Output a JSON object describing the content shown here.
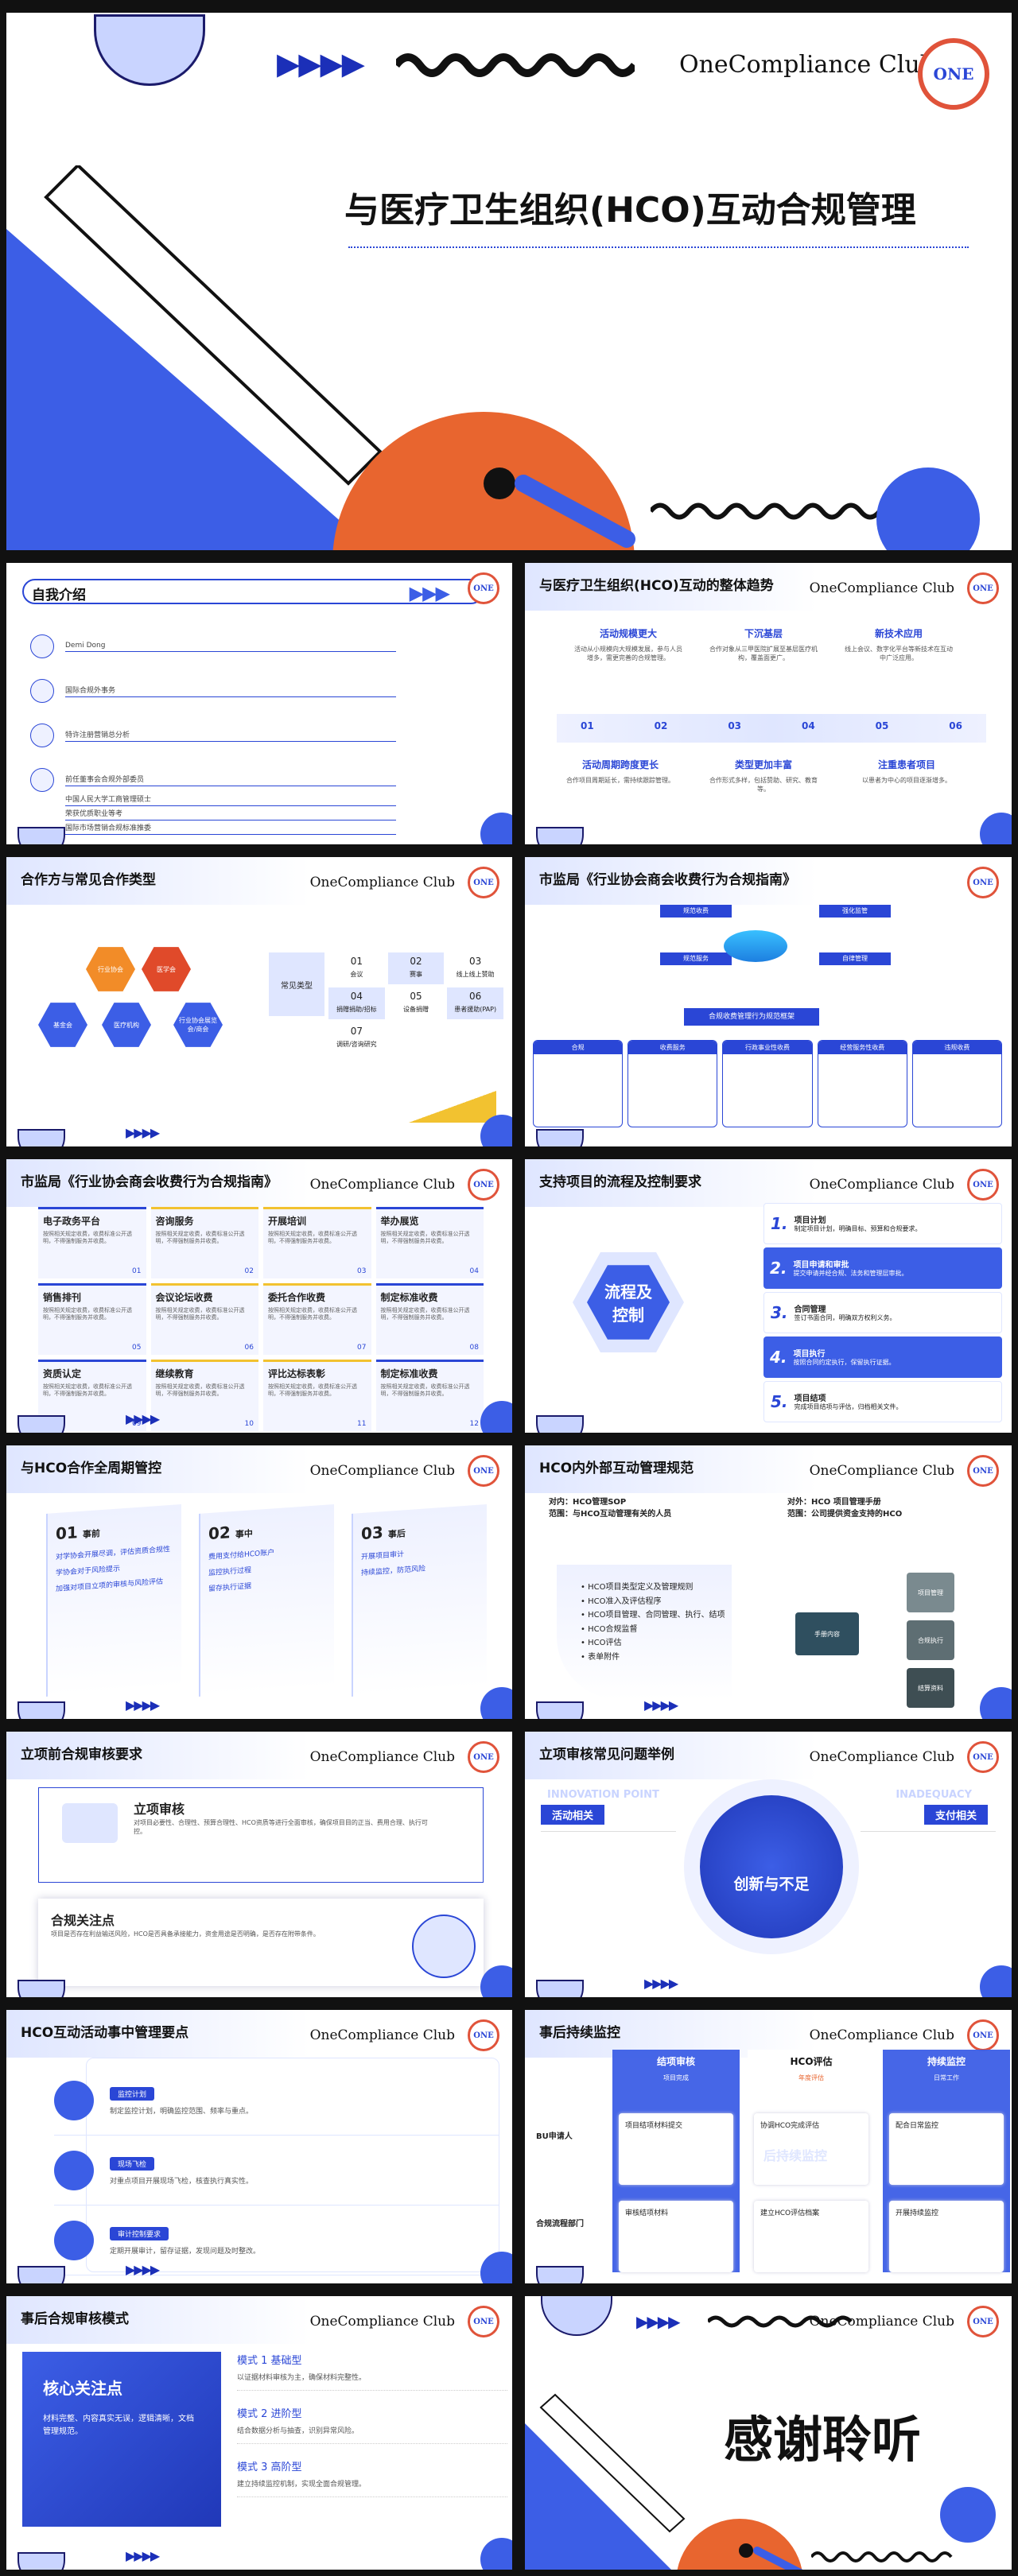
{
  "brand": "OneCompliance Club",
  "logo_text": "ONE",
  "cover": {
    "title": "与医疗卫生组织(HCO)互动合规管理"
  },
  "intro": {
    "title": "自我介绍",
    "items": [
      "Demi Dong",
      "国际合规外事务",
      "特许注册营销总分析",
      "前任董事会合规外部委员",
      "中国人民大学工商管理硕士",
      "荣获优质职业等考",
      "国际市场营销合规标准推委"
    ]
  },
  "trend": {
    "title": "与医疗卫生组织(HCO)互动的整体趋势",
    "top": [
      {
        "h": "活动规模更大",
        "d": "活动从小规模向大规模发展，参与人员增多，需更完善的合规管理。"
      },
      {
        "h": "下沉基层",
        "d": "合作对象从三甲医院扩展至基层医疗机构，覆盖面更广。"
      },
      {
        "h": "新技术应用",
        "d": "线上会议、数字化平台等新技术在互动中广泛应用。"
      }
    ],
    "nums": [
      "01",
      "02",
      "03",
      "04",
      "05",
      "06"
    ],
    "bottom": [
      {
        "h": "活动周期跨度更长",
        "d": "合作项目周期延长，需持续跟踪管理。"
      },
      {
        "h": "类型更加丰富",
        "d": "合作形式多样，包括赞助、研究、教育等。"
      },
      {
        "h": "注重患者项目",
        "d": "以患者为中心的项目逐渐增多。"
      }
    ]
  },
  "coop": {
    "title": "合作方与常见合作类型",
    "hex": [
      "行业协会",
      "医学会",
      "基金会",
      "医疗机构",
      "行业协会展览会/商会"
    ],
    "label": "常见类型",
    "types": [
      {
        "n": "01",
        "t": "会议"
      },
      {
        "n": "02",
        "t": "赛事"
      },
      {
        "n": "03",
        "t": "线上线上赞助"
      },
      {
        "n": "04",
        "t": "捐赠捐助/招标"
      },
      {
        "n": "05",
        "t": "设备捐赠"
      },
      {
        "n": "06",
        "t": "患者援助(PAP)"
      },
      {
        "n": "07",
        "t": "调研/咨询研究"
      }
    ]
  },
  "smr1": {
    "title": "市监局《行业协会商会收费行为合规指南》",
    "boxes": [
      "规范收费",
      "强化监管",
      "规范服务",
      "自律管理"
    ],
    "banner": "合规收费管理行为规范框架",
    "cols": [
      "合规",
      "收费服务",
      "行政事业性收费",
      "经营服务性收费",
      "违规收费"
    ]
  },
  "smr2": {
    "title": "市监局《行业协会商会收费行为合规指南》",
    "cells": [
      {
        "h": "电子政务平台",
        "n": "01"
      },
      {
        "h": "咨询服务",
        "n": "02"
      },
      {
        "h": "开展培训",
        "n": "03"
      },
      {
        "h": "举办展览",
        "n": "04"
      },
      {
        "h": "销售排刊",
        "n": "05"
      },
      {
        "h": "会议论坛收费",
        "n": "06"
      },
      {
        "h": "委托合作收费",
        "n": "07"
      },
      {
        "h": "制定标准收费",
        "n": "08"
      },
      {
        "h": "资质认定",
        "n": "09"
      },
      {
        "h": "继续教育",
        "n": "10"
      },
      {
        "h": "评比达标表彰",
        "n": "11"
      },
      {
        "h": "制定标准收费",
        "n": "12"
      }
    ],
    "desc": "按照相关规定收费，收费标准公开透明，不得强制服务并收费。"
  },
  "process": {
    "title": "支持项目的流程及控制要求",
    "center": "流程及控制",
    "steps": [
      {
        "n": "1.",
        "h": "项目计划",
        "d": "制定项目计划，明确目标、预算和合规要求。"
      },
      {
        "n": "2.",
        "h": "项目申请和审批",
        "d": "提交申请并经合规、法务和管理层审批。"
      },
      {
        "n": "3.",
        "h": "合同管理",
        "d": "签订书面合同，明确双方权利义务。"
      },
      {
        "n": "4.",
        "h": "项目执行",
        "d": "按照合同约定执行，保留执行证据。"
      },
      {
        "n": "5.",
        "h": "项目结项",
        "d": "完成项目结项与评估，归档相关文件。"
      }
    ]
  },
  "lifecycle": {
    "title": "与HCO合作全周期管控",
    "cards": [
      {
        "n": "01",
        "h": "事前",
        "items": [
          "对学协会开展尽调，评估资质合规性",
          "学协会对于风险提示",
          "加强对项目立项的审核与风险评估"
        ]
      },
      {
        "n": "02",
        "h": "事中",
        "items": [
          "费用支付给HCO账户",
          "监控执行过程",
          "留存执行证据"
        ]
      },
      {
        "n": "03",
        "h": "事后",
        "items": [
          "开展项目审计",
          "持续监控，防范风险"
        ]
      }
    ]
  },
  "internal": {
    "title": "HCO内外部互动管理规范",
    "left": {
      "h": "对内：HCO管理SOP\n范围：与HCO互动管理有关的人员",
      "items": [
        "HCO项目类型定义及管理规则",
        "HCO准入及评估程序",
        "HCO项目管理、合同管理、执行、结项",
        "HCO合规监督",
        "HCO评估",
        "表单附件"
      ]
    },
    "right": {
      "h": "对外：HCO 项目管理手册\n范围：公司提供资金支持的HCO",
      "nodes": [
        "手册内容",
        "项目管理",
        "合规执行",
        "结算资料"
      ]
    }
  },
  "review": {
    "title": "立项前合规审核要求",
    "a": {
      "h": "立项审核",
      "d": "对项目必要性、合理性、预算合理性、HCO资质等进行全面审核，确保项目目的正当、费用合理、执行可控。"
    },
    "b": {
      "h": "合规关注点",
      "d": "项目是否存在利益输送风险，HCO是否具备承接能力，资金用途是否明确，是否存在附带条件。"
    }
  },
  "issues": {
    "title": "立项审核常见问题举例",
    "left_tag": "活动相关",
    "left_ghost": "INNOVATION POINT",
    "right_tag": "支付相关",
    "right_ghost": "INADEQUACY",
    "center": "创新与不足"
  },
  "points": {
    "title": "HCO互动活动事中管理要点",
    "rows": [
      {
        "h": "监控计划",
        "d": "制定监控计划，明确监控范围、频率与重点。"
      },
      {
        "h": "现场飞检",
        "d": "对重点项目开展现场飞检，核查执行真实性。"
      },
      {
        "h": "审计控制要求",
        "d": "定期开展审计，留存证据，发现问题及时整改。"
      }
    ]
  },
  "post": {
    "title": "事后持续监控",
    "heads": [
      "结项审核",
      "HCO评估",
      "持续监控"
    ],
    "subs": [
      "项目完成",
      "年度评估",
      "日常工作"
    ],
    "rows": [
      {
        "who": "BU申请人",
        "c": [
          "项目结项材料提交",
          "协调HCO完成评估",
          "配合日常监控"
        ]
      },
      {
        "who": "合规流程部门",
        "c": [
          "审核结项材料",
          "建立HCO评估档案",
          "开展持续监控"
        ]
      }
    ],
    "ghost": "后持续监控"
  },
  "model": {
    "title": "事后合规审核模式",
    "core": "核心关注点",
    "core_d": "材料完整、内容真实无误，逻辑清晰，文档管理规范。",
    "modes": [
      {
        "h": "模式 1 基础型",
        "d": "以证据材料审核为主，确保材料完整性。"
      },
      {
        "h": "模式 2 进阶型",
        "d": "结合数据分析与抽查，识别异常风险。"
      },
      {
        "h": "模式 3 高阶型",
        "d": "建立持续监控机制，实现全面合规管理。"
      }
    ]
  },
  "thanks": {
    "title": "感谢聆听"
  },
  "colors": {
    "primary": "#2a46d6",
    "accent": "#e8652f",
    "dark": "#111111",
    "light": "#dfe6ff"
  }
}
